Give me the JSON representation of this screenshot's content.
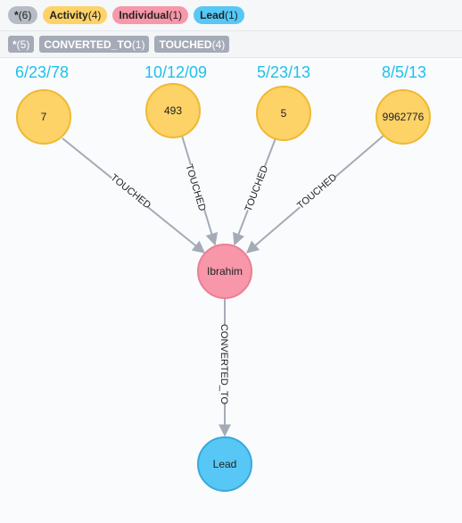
{
  "label_filters": [
    {
      "name": "*",
      "count": "(6)",
      "color": "#b6bcc5"
    },
    {
      "name": "Activity",
      "count": "(4)",
      "color": "#fdd267"
    },
    {
      "name": "Individual",
      "count": "(1)",
      "color": "#f797a9"
    },
    {
      "name": "Lead",
      "count": "(1)",
      "color": "#57c7f5"
    }
  ],
  "relationship_filters": [
    {
      "name": "*",
      "count": "(5)"
    },
    {
      "name": "CONVERTED_TO",
      "count": "(1)"
    },
    {
      "name": "TOUCHED",
      "count": "(4)"
    }
  ],
  "graph": {
    "dates": [
      "6/23/78",
      "10/12/09",
      "5/23/13",
      "8/5/13"
    ],
    "nodes": [
      {
        "id": "a1",
        "caption": "7",
        "label": "Activity",
        "color": "#fdd267",
        "stroke": "#f0b931"
      },
      {
        "id": "a2",
        "caption": "493",
        "label": "Activity",
        "color": "#fdd267",
        "stroke": "#f0b931"
      },
      {
        "id": "a3",
        "caption": "5",
        "label": "Activity",
        "color": "#fdd267",
        "stroke": "#f0b931"
      },
      {
        "id": "a4",
        "caption": "9962776",
        "label": "Activity",
        "color": "#fdd267",
        "stroke": "#f0b931"
      },
      {
        "id": "ind",
        "caption": "Ibrahim",
        "label": "Individual",
        "color": "#f797a9",
        "stroke": "#ec7e93"
      },
      {
        "id": "lead",
        "caption": "Lead",
        "label": "Lead",
        "color": "#57c7f5",
        "stroke": "#3aa8db"
      }
    ],
    "edges": [
      {
        "from": "a1",
        "to": "ind",
        "type": "TOUCHED"
      },
      {
        "from": "a2",
        "to": "ind",
        "type": "TOUCHED"
      },
      {
        "from": "a3",
        "to": "ind",
        "type": "TOUCHED"
      },
      {
        "from": "a4",
        "to": "ind",
        "type": "TOUCHED"
      },
      {
        "from": "ind",
        "to": "lead",
        "type": "CONVERTED_TO"
      }
    ]
  }
}
